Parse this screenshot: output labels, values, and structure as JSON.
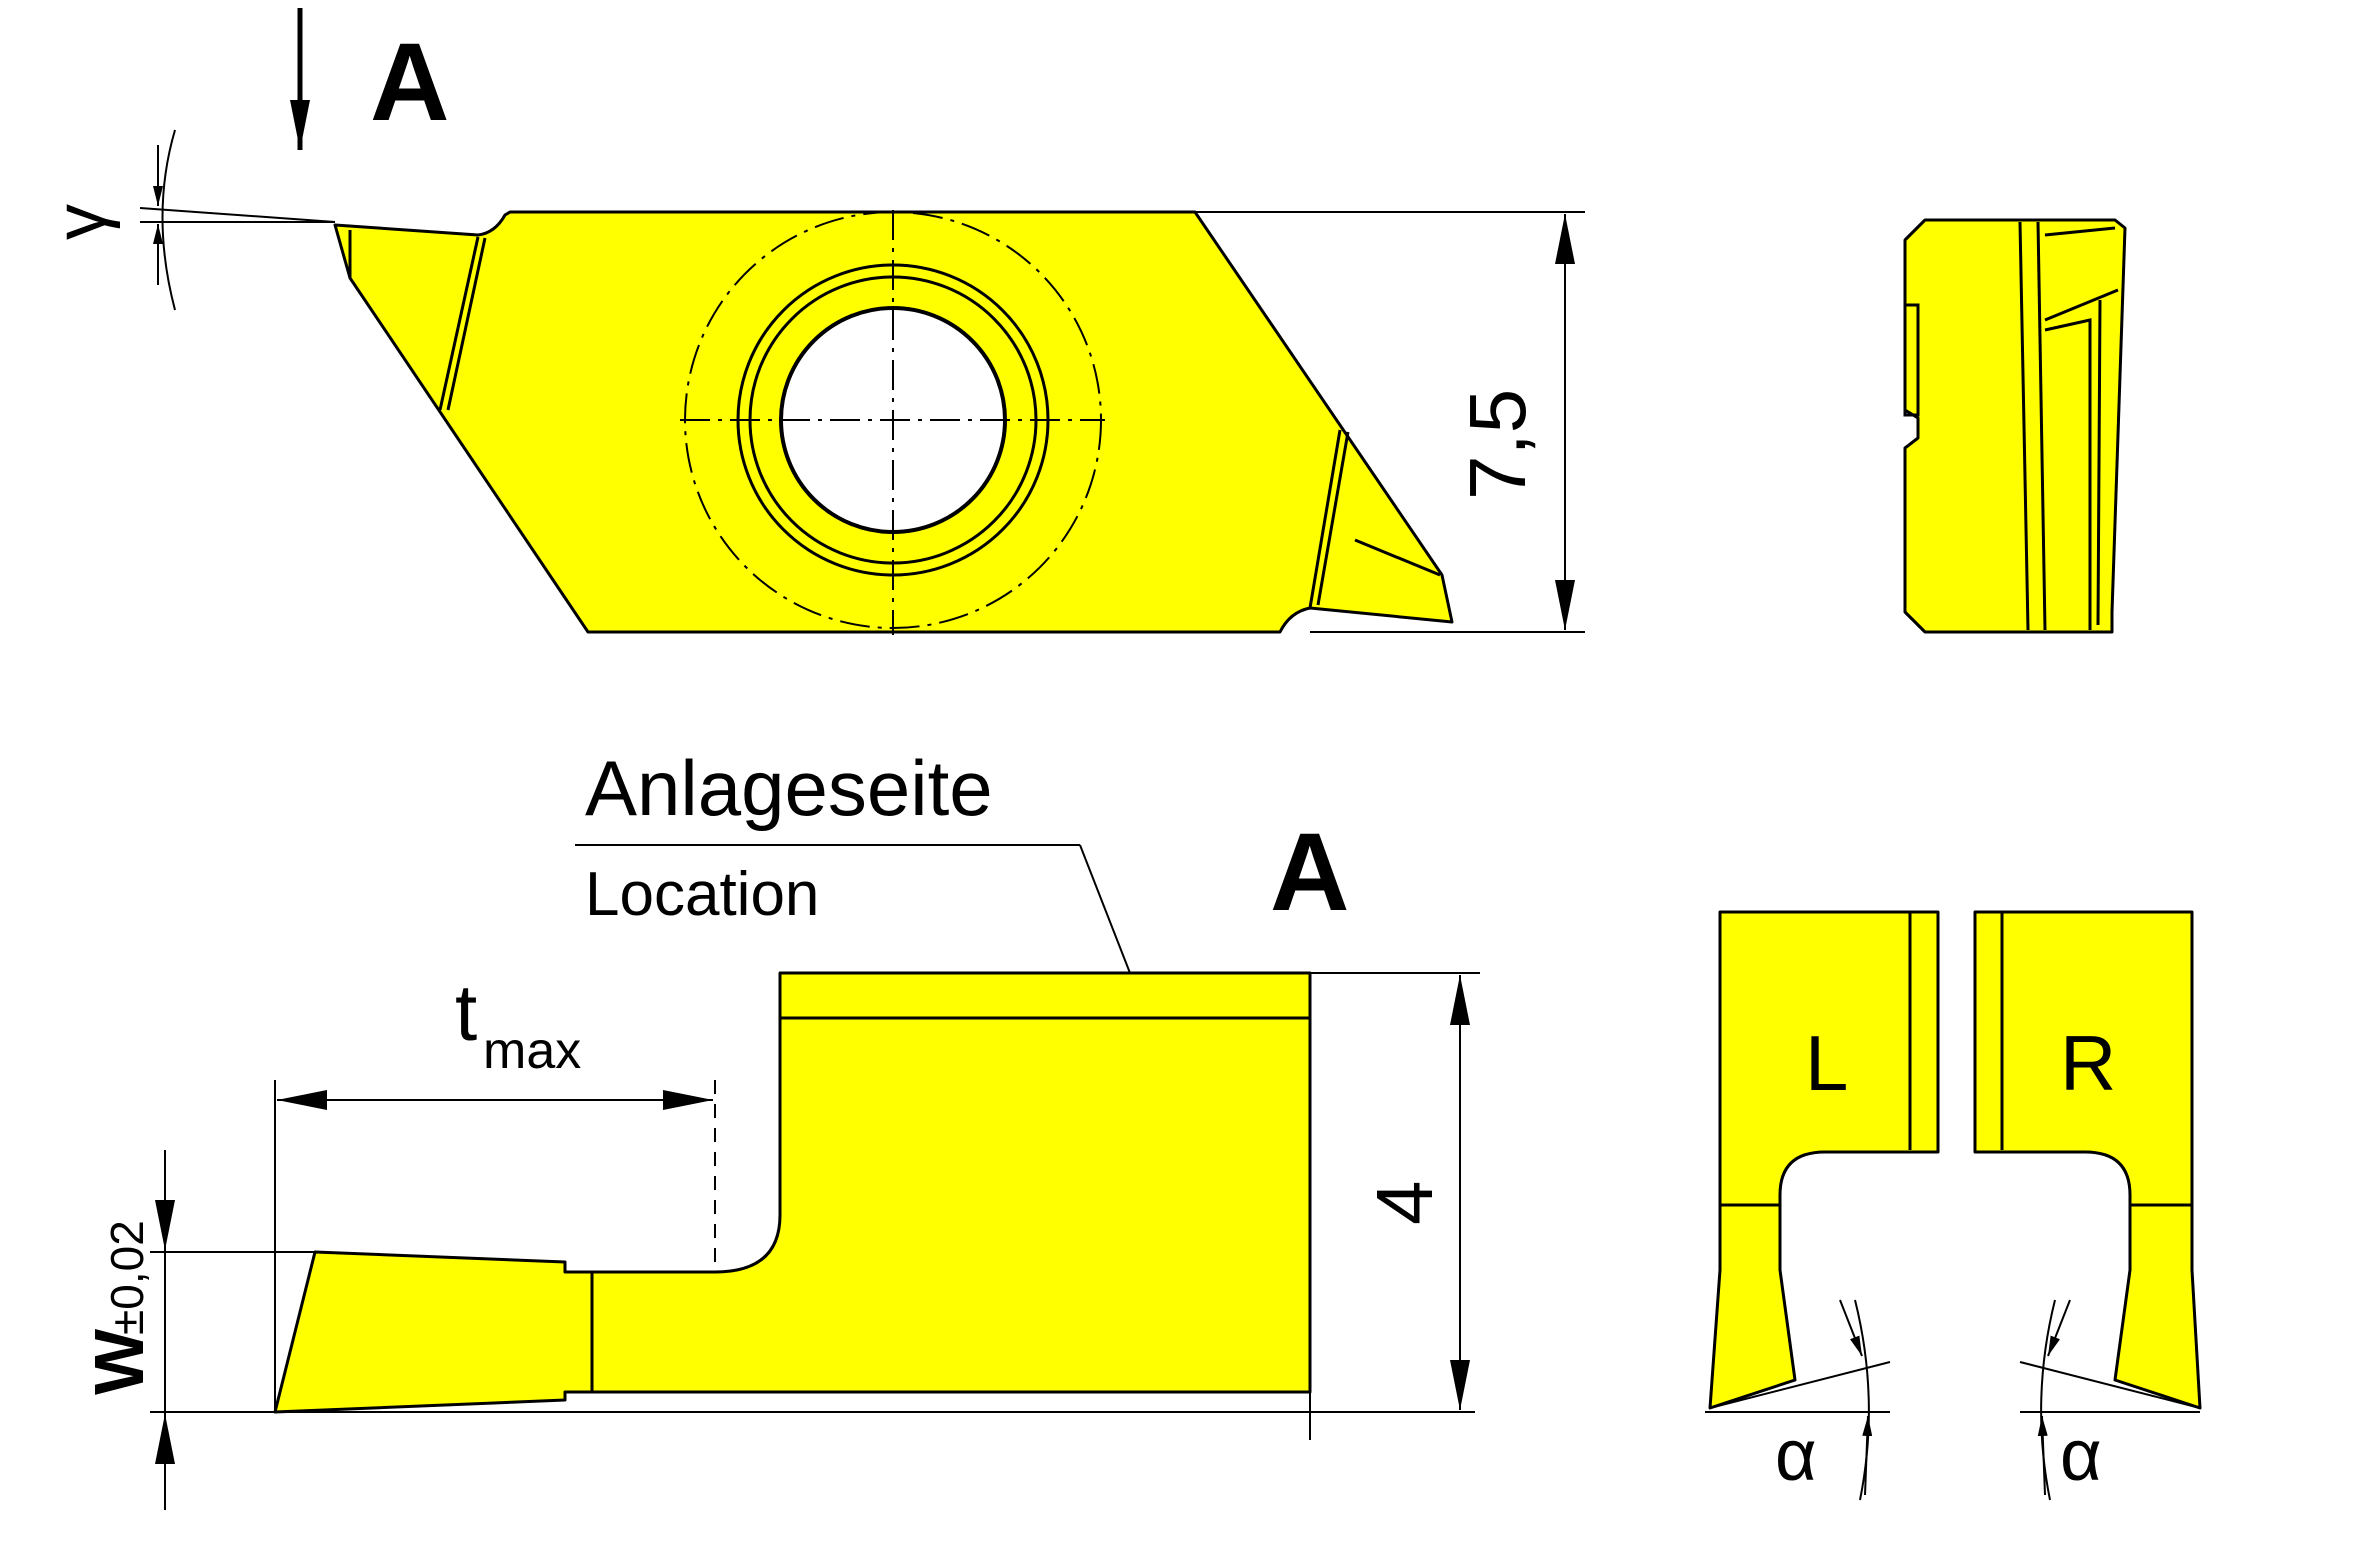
{
  "labels": {
    "view_marker": "A",
    "section_marker": "A",
    "rake_angle": "γ",
    "height_dim": "7,5",
    "location_de": "Anlageseite",
    "location_en": "Location",
    "depth_main": "t",
    "depth_sub": "max",
    "width_main": "W",
    "width_tol": "±0,02",
    "thickness_dim": "4",
    "left_hand": "L",
    "right_hand": "R",
    "clearance_left": "α",
    "clearance_right": "α"
  },
  "colors": {
    "insert_fill": "#FFFF00",
    "line": "#000000",
    "background": "#FFFFFF"
  }
}
